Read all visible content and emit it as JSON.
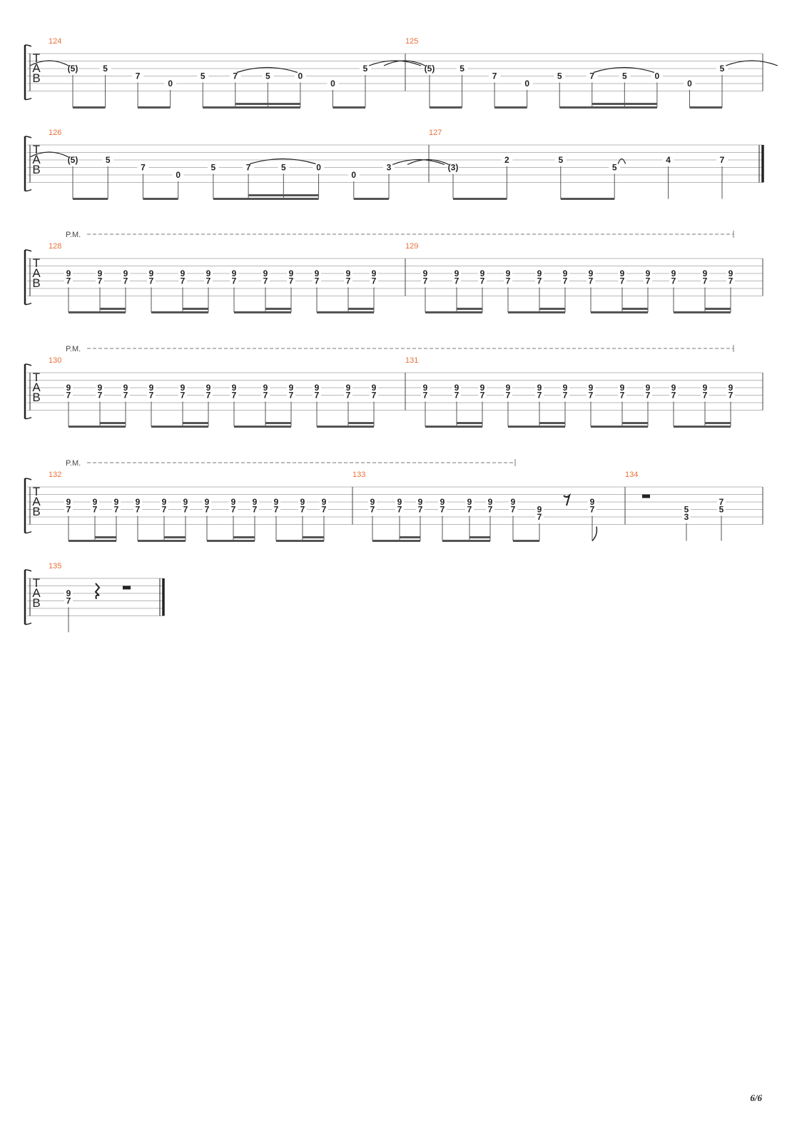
{
  "page": {
    "number": "6/6"
  },
  "tab_clef": [
    "T",
    "A",
    "B"
  ],
  "pm_label": "P.M.",
  "systems": [
    {
      "pm": false,
      "measures": [
        {
          "number": "124",
          "notes": [
            {
              "t": 0,
              "frets": {
                "3": "(5)"
              },
              "group": 0
            },
            {
              "t": 1,
              "frets": {
                "3": "5"
              },
              "group": 0
            },
            {
              "t": 2,
              "frets": {
                "4": "7"
              },
              "group": 1
            },
            {
              "t": 3,
              "frets": {
                "5": "0"
              },
              "group": 1
            },
            {
              "t": 4,
              "frets": {
                "4": "5"
              },
              "group": 2
            },
            {
              "t": 5,
              "frets": {
                "4": "7"
              },
              "group": 2
            },
            {
              "t": 6,
              "frets": {
                "4": "5"
              },
              "group": 2
            },
            {
              "t": 7,
              "frets": {
                "4": "0"
              },
              "group": 2
            },
            {
              "t": 8,
              "frets": {
                "5": "0"
              },
              "group": 3
            },
            {
              "t": 9,
              "frets": {
                "3": "5"
              },
              "group": 3
            }
          ]
        },
        {
          "number": "125",
          "notes": [
            {
              "t": 0,
              "frets": {
                "3": "(5)"
              },
              "group": 0
            },
            {
              "t": 1,
              "frets": {
                "3": "5"
              },
              "group": 0
            },
            {
              "t": 2,
              "frets": {
                "4": "7"
              },
              "group": 1
            },
            {
              "t": 3,
              "frets": {
                "5": "0"
              },
              "group": 1
            },
            {
              "t": 4,
              "frets": {
                "4": "5"
              },
              "group": 2
            },
            {
              "t": 5,
              "frets": {
                "4": "7"
              },
              "group": 2
            },
            {
              "t": 6,
              "frets": {
                "4": "5"
              },
              "group": 2
            },
            {
              "t": 7,
              "frets": {
                "4": "0"
              },
              "group": 2
            },
            {
              "t": 8,
              "frets": {
                "5": "0"
              },
              "group": 3
            },
            {
              "t": 9,
              "frets": {
                "3": "5"
              },
              "group": 3
            }
          ]
        }
      ]
    },
    {
      "pm": false,
      "measures": [
        {
          "number": "126",
          "notes": [
            {
              "t": 0,
              "frets": {
                "3": "(5)"
              },
              "group": 0
            },
            {
              "t": 1,
              "frets": {
                "3": "5"
              },
              "group": 0
            },
            {
              "t": 2,
              "frets": {
                "4": "7"
              },
              "group": 1
            },
            {
              "t": 3,
              "frets": {
                "5": "0"
              },
              "group": 1
            },
            {
              "t": 4,
              "frets": {
                "4": "5"
              },
              "group": 2
            },
            {
              "t": 5,
              "frets": {
                "4": "7"
              },
              "group": 2
            },
            {
              "t": 6,
              "frets": {
                "4": "5"
              },
              "group": 2
            },
            {
              "t": 7,
              "frets": {
                "4": "0"
              },
              "group": 2
            },
            {
              "t": 8,
              "frets": {
                "5": "0"
              },
              "group": 3
            },
            {
              "t": 9,
              "frets": {
                "4": "3"
              },
              "group": 3
            }
          ]
        },
        {
          "number": "127",
          "notes": [
            {
              "t": 0,
              "frets": {
                "4": "(3)"
              },
              "group": 0
            },
            {
              "t": 1,
              "frets": {
                "3": "2"
              },
              "group": 0
            },
            {
              "t": 2,
              "frets": {
                "3": "5"
              },
              "group": 1
            },
            {
              "t": 3,
              "frets": {
                "4": "5"
              },
              "group": 1
            },
            {
              "t": 4,
              "frets": {
                "3": "4"
              },
              "group": 2
            },
            {
              "t": 5,
              "frets": {
                "3": "7"
              },
              "group": null
            }
          ]
        }
      ]
    }
  ],
  "pm_systems": [
    {
      "measures": [
        "128",
        "129"
      ],
      "chord": {
        "upper": "9",
        "lower": "7"
      },
      "pm_full": true
    },
    {
      "measures": [
        "130",
        "131"
      ],
      "chord": {
        "upper": "9",
        "lower": "7"
      },
      "pm_full": true
    },
    {
      "measures": [
        "132",
        "133",
        "134"
      ],
      "chord": {
        "upper": "9",
        "lower": "7"
      },
      "pm_full": false,
      "tail": [
        {
          "label": "9/7",
          "upper": "9",
          "lower": "7"
        },
        {
          "label": "7/5",
          "upper": "7",
          "lower": "5"
        },
        {
          "label": "5/3",
          "upper": "5",
          "lower": "3"
        }
      ]
    }
  ],
  "last_system": {
    "measure": "135",
    "chord": {
      "upper": "9",
      "lower": "7"
    }
  }
}
